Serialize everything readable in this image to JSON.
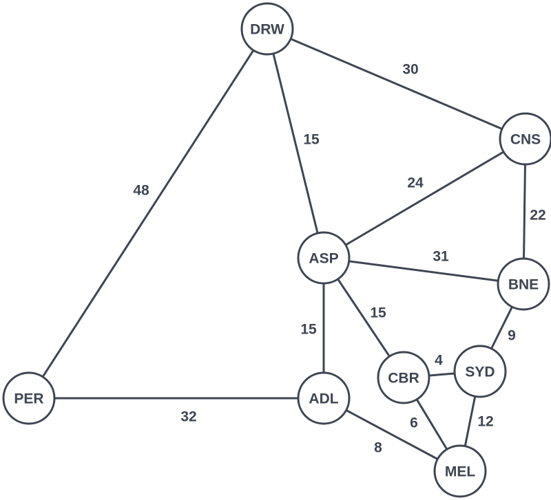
{
  "colors": {
    "stroke": "#3f4552",
    "text": "#3f4552",
    "node_fill": "#ffffff",
    "background": "#ffffff"
  },
  "nodes": [
    {
      "id": "DRW",
      "label": "DRW"
    },
    {
      "id": "CNS",
      "label": "CNS"
    },
    {
      "id": "ASP",
      "label": "ASP"
    },
    {
      "id": "BNE",
      "label": "BNE"
    },
    {
      "id": "PER",
      "label": "PER"
    },
    {
      "id": "ADL",
      "label": "ADL"
    },
    {
      "id": "CBR",
      "label": "CBR"
    },
    {
      "id": "SYD",
      "label": "SYD"
    },
    {
      "id": "MEL",
      "label": "MEL"
    }
  ],
  "edges": [
    {
      "from": "DRW",
      "to": "CNS",
      "weight": "30"
    },
    {
      "from": "DRW",
      "to": "ASP",
      "weight": "15"
    },
    {
      "from": "DRW",
      "to": "PER",
      "weight": "48"
    },
    {
      "from": "CNS",
      "to": "ASP",
      "weight": "24"
    },
    {
      "from": "CNS",
      "to": "BNE",
      "weight": "22"
    },
    {
      "from": "ASP",
      "to": "BNE",
      "weight": "31"
    },
    {
      "from": "ASP",
      "to": "ADL",
      "weight": "15"
    },
    {
      "from": "ASP",
      "to": "CBR",
      "weight": "15"
    },
    {
      "from": "BNE",
      "to": "SYD",
      "weight": "9"
    },
    {
      "from": "CBR",
      "to": "SYD",
      "weight": "4"
    },
    {
      "from": "PER",
      "to": "ADL",
      "weight": "32"
    },
    {
      "from": "ADL",
      "to": "MEL",
      "weight": "8"
    },
    {
      "from": "CBR",
      "to": "MEL",
      "weight": "6"
    },
    {
      "from": "SYD",
      "to": "MEL",
      "weight": "12"
    }
  ]
}
